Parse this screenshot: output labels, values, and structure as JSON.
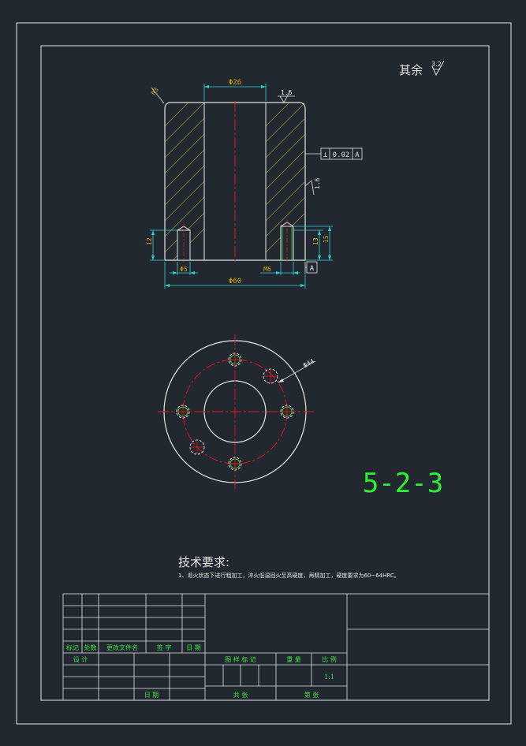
{
  "colors": {
    "background": "#212830",
    "line": "#e6e6e6",
    "dimension": "#2fd3d3",
    "dimension_text": "#d9a400",
    "centerline": "#e21818",
    "hatch": "#8a8a3a",
    "hidden": "#49c84a",
    "title_text": "#3fe23f",
    "drawing_number": "#2cf42c"
  },
  "roughness_note": {
    "label": "其余",
    "value": "3.2"
  },
  "front_view": {
    "chamfer_label": "R3",
    "bore_diameter": "Φ26",
    "top_roughness": "1.6",
    "geometric_tolerance": {
      "symbol": "⊥",
      "value": "0.02",
      "datum": "A"
    },
    "side_roughness": "1.6",
    "left_depth": "12",
    "right_depth_inner": "13",
    "right_depth_outer": "15",
    "left_hole": "Φ5",
    "right_thread": "M6",
    "datum_label": "A",
    "outer_diameter": "Φ60"
  },
  "top_view": {
    "pcd_label": "Φ44"
  },
  "drawing_number": "5-2-3",
  "tech_requirements": {
    "title": "技术要求:",
    "items": [
      "1、退火状态下进行粗加工，淬火低温回火至高硬度，再精加工，硬度要求为60~64HRC。"
    ]
  },
  "title_block": {
    "rev_headers": [
      "标记",
      "处数",
      "更改文件名",
      "签 字",
      "日 期"
    ],
    "design_label": "设 计",
    "date_label": "日 期",
    "stage_headers": [
      "图 样 标 记",
      "重 量",
      "比 例"
    ],
    "scale": "1:1",
    "sheet_total_label": "共      张",
    "sheet_label": "第      张"
  }
}
